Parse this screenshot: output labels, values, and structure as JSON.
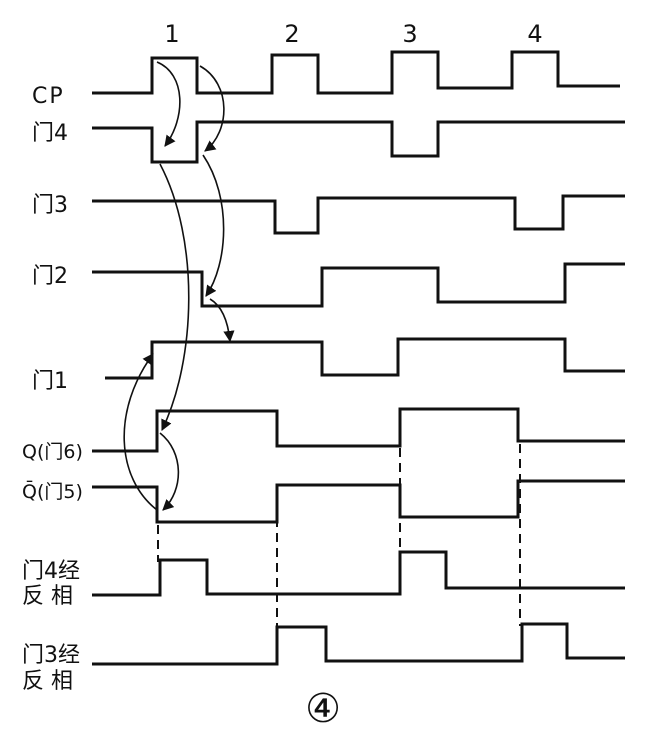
{
  "diagram": {
    "pulse_numbers": [
      "1",
      "2",
      "3",
      "4"
    ],
    "signals": [
      {
        "id": "cp",
        "label": "CP",
        "sublabel": ""
      },
      {
        "id": "g4",
        "label": "门4",
        "sublabel": ""
      },
      {
        "id": "g3",
        "label": "门3",
        "sublabel": ""
      },
      {
        "id": "g2",
        "label": "门2",
        "sublabel": ""
      },
      {
        "id": "g1",
        "label": "门1",
        "sublabel": ""
      },
      {
        "id": "q",
        "label": "Q(门6)",
        "sublabel": ""
      },
      {
        "id": "qb",
        "label": "Q̄(门5)",
        "sublabel": ""
      },
      {
        "id": "g4i",
        "label": "门4经",
        "sublabel": "反 相"
      },
      {
        "id": "g3i",
        "label": "门3经",
        "sublabel": "反 相"
      }
    ],
    "figure_number": "④"
  }
}
